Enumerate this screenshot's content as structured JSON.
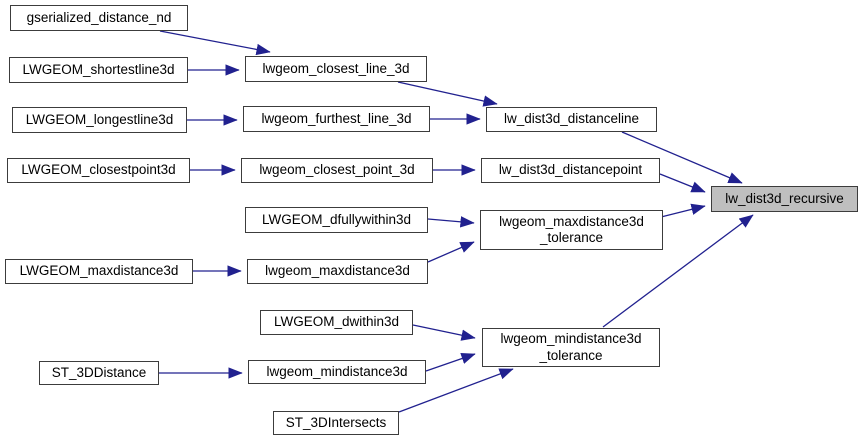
{
  "graph": {
    "type": "call-graph",
    "bg_color": "#ffffff",
    "edge_color": "#21218f",
    "node_border_color": "#3c3c3c",
    "node_fill": "#ffffff",
    "highlight_fill": "#bfbfbf",
    "text_color": "#000000",
    "highlighted_node": "lw_dist3d_recursive",
    "nodes": {
      "gserialized_distance_nd": {
        "label": "gserialized_distance_nd",
        "highlighted": false
      },
      "LWGEOM_shortestline3d": {
        "label": "LWGEOM_shortestline3d",
        "highlighted": false
      },
      "LWGEOM_longestline3d": {
        "label": "LWGEOM_longestline3d",
        "highlighted": false
      },
      "LWGEOM_closestpoint3d": {
        "label": "LWGEOM_closestpoint3d",
        "highlighted": false
      },
      "LWGEOM_maxdistance3d": {
        "label": "LWGEOM_maxdistance3d",
        "highlighted": false
      },
      "ST_3DDistance": {
        "label": "ST_3DDistance",
        "highlighted": false
      },
      "lwgeom_closest_line_3d": {
        "label": "lwgeom_closest_line_3d",
        "highlighted": false
      },
      "lwgeom_furthest_line_3d": {
        "label": "lwgeom_furthest_line_3d",
        "highlighted": false
      },
      "lwgeom_closest_point_3d": {
        "label": "lwgeom_closest_point_3d",
        "highlighted": false
      },
      "LWGEOM_dfullywithin3d": {
        "label": "LWGEOM_dfullywithin3d",
        "highlighted": false
      },
      "lwgeom_maxdistance3d": {
        "label": "lwgeom_maxdistance3d",
        "highlighted": false
      },
      "LWGEOM_dwithin3d": {
        "label": "LWGEOM_dwithin3d",
        "highlighted": false
      },
      "lwgeom_mindistance3d": {
        "label": "lwgeom_mindistance3d",
        "highlighted": false
      },
      "ST_3DIntersects": {
        "label": "ST_3DIntersects",
        "highlighted": false
      },
      "lw_dist3d_distanceline": {
        "label": "lw_dist3d_distanceline",
        "highlighted": false
      },
      "lw_dist3d_distancepoint": {
        "label": "lw_dist3d_distancepoint",
        "highlighted": false
      },
      "lwgeom_maxdistance3d_tolerance": {
        "label": "lwgeom_maxdistance3d\n_tolerance",
        "highlighted": false
      },
      "lwgeom_mindistance3d_tolerance": {
        "label": "lwgeom_mindistance3d\n_tolerance",
        "highlighted": false
      },
      "lw_dist3d_recursive": {
        "label": "lw_dist3d_recursive",
        "highlighted": true
      }
    },
    "edges": [
      {
        "from": "gserialized_distance_nd",
        "to": "lwgeom_closest_line_3d"
      },
      {
        "from": "LWGEOM_shortestline3d",
        "to": "lwgeom_closest_line_3d"
      },
      {
        "from": "LWGEOM_longestline3d",
        "to": "lwgeom_furthest_line_3d"
      },
      {
        "from": "LWGEOM_closestpoint3d",
        "to": "lwgeom_closest_point_3d"
      },
      {
        "from": "lwgeom_closest_line_3d",
        "to": "lw_dist3d_distanceline"
      },
      {
        "from": "lwgeom_furthest_line_3d",
        "to": "lw_dist3d_distanceline"
      },
      {
        "from": "lwgeom_closest_point_3d",
        "to": "lw_dist3d_distancepoint"
      },
      {
        "from": "LWGEOM_dfullywithin3d",
        "to": "lwgeom_maxdistance3d_tolerance"
      },
      {
        "from": "LWGEOM_maxdistance3d",
        "to": "lwgeom_maxdistance3d"
      },
      {
        "from": "lwgeom_maxdistance3d",
        "to": "lwgeom_maxdistance3d_tolerance"
      },
      {
        "from": "LWGEOM_dwithin3d",
        "to": "lwgeom_mindistance3d_tolerance"
      },
      {
        "from": "ST_3DDistance",
        "to": "lwgeom_mindistance3d"
      },
      {
        "from": "lwgeom_mindistance3d",
        "to": "lwgeom_mindistance3d_tolerance"
      },
      {
        "from": "ST_3DIntersects",
        "to": "lwgeom_mindistance3d_tolerance"
      },
      {
        "from": "lw_dist3d_distanceline",
        "to": "lw_dist3d_recursive"
      },
      {
        "from": "lw_dist3d_distancepoint",
        "to": "lw_dist3d_recursive"
      },
      {
        "from": "lwgeom_maxdistance3d_tolerance",
        "to": "lw_dist3d_recursive"
      },
      {
        "from": "lwgeom_mindistance3d_tolerance",
        "to": "lw_dist3d_recursive"
      }
    ]
  }
}
